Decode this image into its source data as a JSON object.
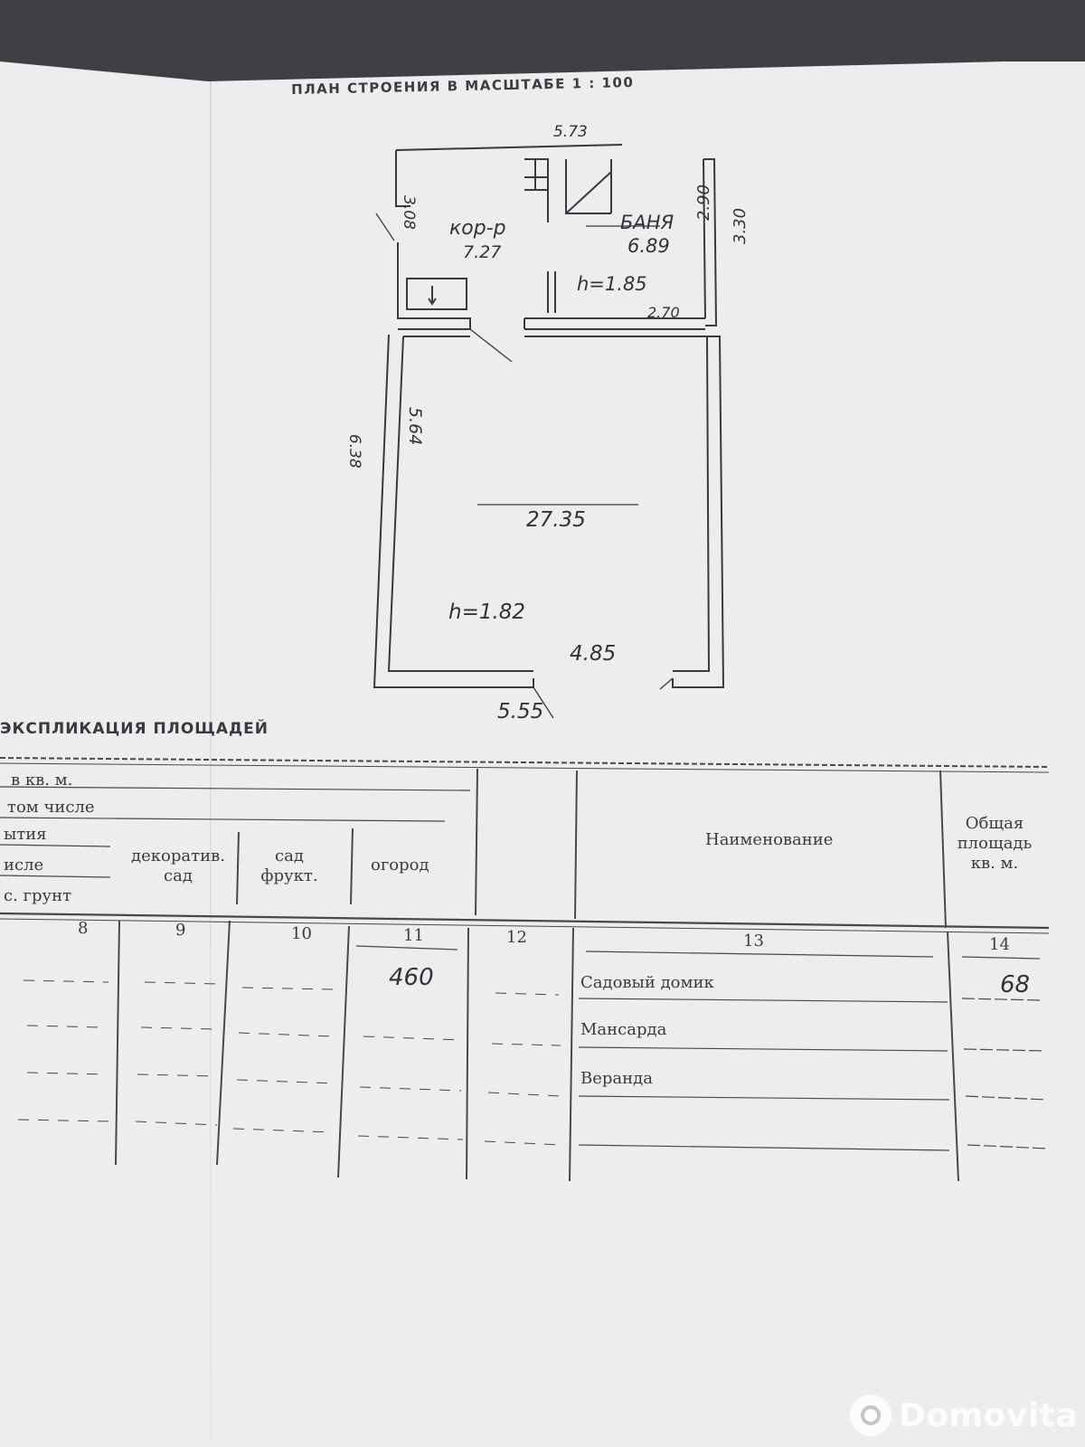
{
  "plan": {
    "title": "ПЛАН СТРОЕНИЯ В МАСШТАБЕ 1 : 100",
    "dims": {
      "top_width": "5.73",
      "corridor_height": "3.08",
      "bath_inner_height": "2.90",
      "bath_outer_height": "3.30",
      "bath_width": "2.70",
      "room_inner_height": "5.64",
      "room_outer_height": "6.38",
      "room_inner_width": "4.85",
      "bottom_width": "5.55"
    },
    "rooms": {
      "corridor_label": "кор-р",
      "corridor_area": "7.27",
      "bath_label": "БАНЯ",
      "bath_area": "6.89",
      "bath_height": "h=1.85",
      "main_area": "27.35",
      "main_height": "h=1.82"
    }
  },
  "explication": {
    "title": "ЭКСПЛИКАЦИЯ ПЛОЩАДЕЙ",
    "headers": {
      "in_sqm": "в кв. м.",
      "including": "том числе",
      "built": "ытия",
      "number": "исле",
      "ground": "с.  грунт",
      "decorative": "декоратив.",
      "decorative2": "сад",
      "fruit": "сад",
      "fruit2": "фрукт.",
      "garden": "огород",
      "name": "Наименование",
      "total1": "Общая",
      "total2": "площадь",
      "total3": "кв. м."
    },
    "column_numbers": [
      "8",
      "9",
      "10",
      "11",
      "12",
      "13",
      "14"
    ],
    "rows": [
      {
        "name": "Садовый домик",
        "garden": "460",
        "total": "68"
      },
      {
        "name": "Мансарда",
        "garden": "",
        "total": ""
      },
      {
        "name": "Веранда",
        "garden": "",
        "total": ""
      }
    ]
  },
  "watermark": {
    "brand": "Domovita"
  }
}
